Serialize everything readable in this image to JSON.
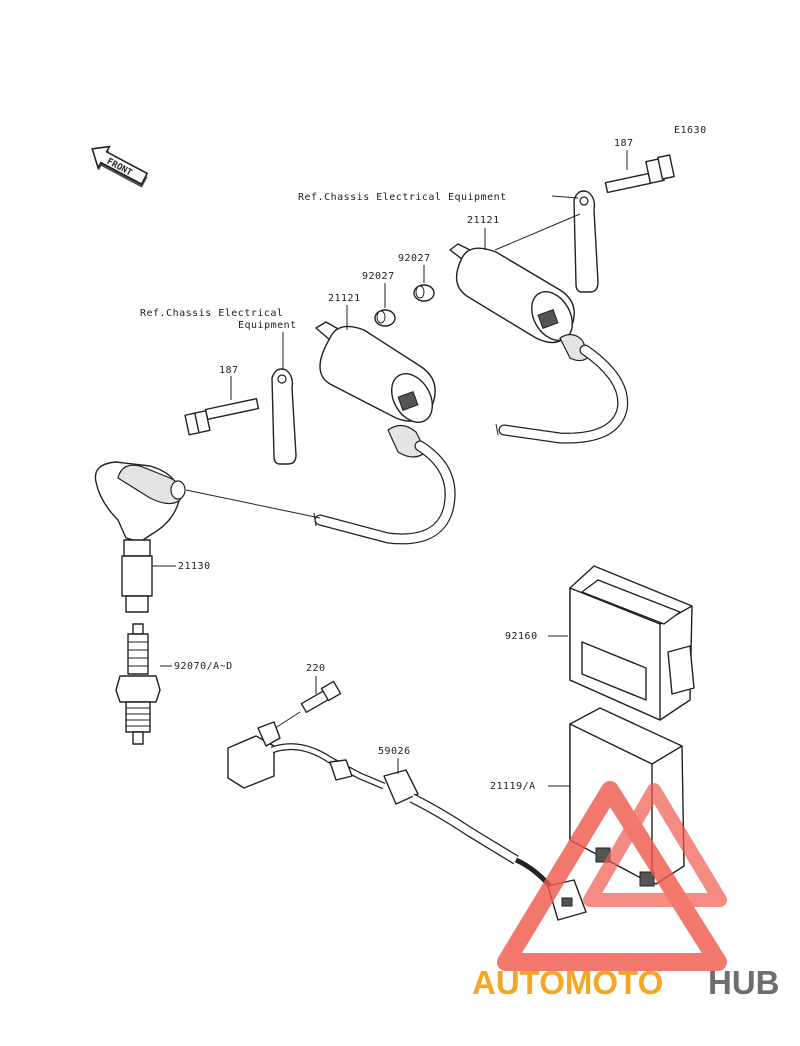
{
  "diagram": {
    "code": "E1630",
    "front_label": "FRONT",
    "ref_chassis_right": "Ref.Chassis Electrical Equipment",
    "ref_chassis_left_line1": "Ref.Chassis Electrical",
    "ref_chassis_left_line2": "Equipment",
    "parts": {
      "bolt_right": "187",
      "coil_right": "21121",
      "spacer_right": "92027",
      "spacer_left": "92027",
      "coil_left": "21121",
      "bolt_left": "187",
      "plug_cap": "21130",
      "spark_plug": "92070/A~D",
      "cdi_cover": "92160",
      "bolt_small": "220",
      "pickup_clamp": "59026",
      "igniter": "21119/A"
    }
  },
  "watermark": {
    "brand_part1": "AUTOMOTO",
    "brand_part2": "HUB",
    "accent_color": "#f05a4e",
    "orange_color": "#f5a623",
    "gray_color": "#6d6e70"
  }
}
